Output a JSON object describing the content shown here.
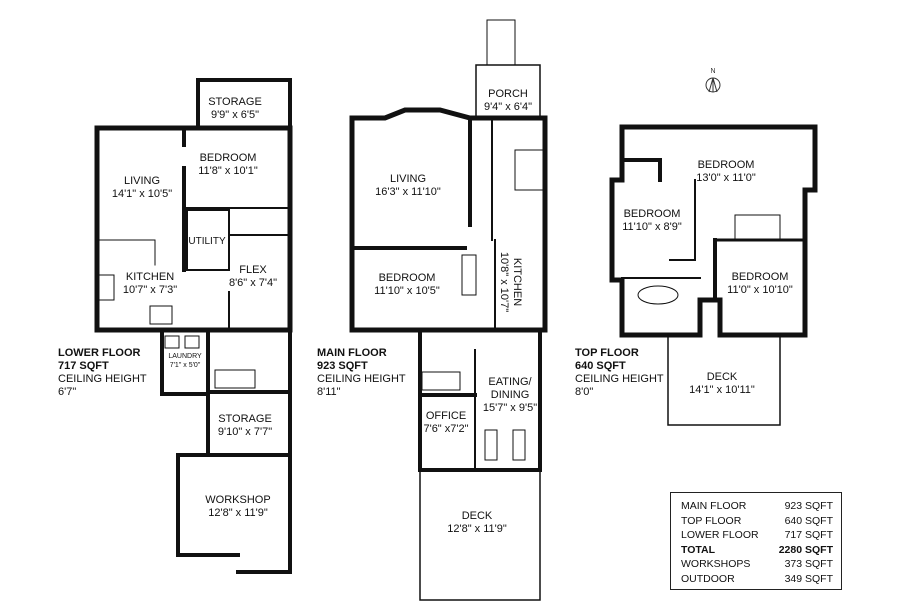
{
  "title": "",
  "lower_floor": {
    "name": "LOWER FLOOR",
    "area": "717 SQFT",
    "ceiling_label": "CEILING HEIGHT",
    "ceiling": "6'7\"",
    "rooms": [
      {
        "name": "STORAGE",
        "dims": "9'9\" x 6'5\""
      },
      {
        "name": "LIVING",
        "dims": "14'1\" x 10'5\""
      },
      {
        "name": "BEDROOM",
        "dims": "11'8\" x 10'1\""
      },
      {
        "name": "UTILITY",
        "dims": ""
      },
      {
        "name": "KITCHEN",
        "dims": "10'7\" x 7'3\""
      },
      {
        "name": "FLEX",
        "dims": "8'6\" x 7'4\""
      },
      {
        "name": "LAUNDRY",
        "dims": "7'1\" x 5'0\""
      },
      {
        "name": "STORAGE",
        "dims": "9'10\" x 7'7\""
      },
      {
        "name": "WORKSHOP",
        "dims": "12'8\" x 11'9\""
      }
    ]
  },
  "main_floor": {
    "name": "MAIN FLOOR",
    "area": "923 SQFT",
    "ceiling_label": "CEILING HEIGHT",
    "ceiling": "8'11\"",
    "rooms": [
      {
        "name": "PORCH",
        "dims": "9'4\" x 6'4\""
      },
      {
        "name": "LIVING",
        "dims": "16'3\" x 11'10\""
      },
      {
        "name": "BEDROOM",
        "dims": "11'10\" x 10'5\""
      },
      {
        "name": "KITCHEN",
        "dims": "10'8\" x 10'7\""
      },
      {
        "name": "EATING/",
        "dims": "DINING"
      },
      {
        "name": "15'7\" x 9'5\"",
        "dims": ""
      },
      {
        "name": "OFFICE",
        "dims": "7'6\" x7'2\""
      },
      {
        "name": "DECK",
        "dims": "12'8\" x 11'9\""
      }
    ]
  },
  "top_floor": {
    "name": "TOP FLOOR",
    "area": "640 SQFT",
    "ceiling_label": "CEILING HEIGHT",
    "ceiling": "8'0\"",
    "rooms": [
      {
        "name": "BEDROOM",
        "dims": "13'0\" x 11'0\""
      },
      {
        "name": "BEDROOM",
        "dims": "11'10\" x 8'9\""
      },
      {
        "name": "BEDROOM",
        "dims": "11'0\" x 10'10\""
      },
      {
        "name": "DECK",
        "dims": "14'1\" x 10'11\""
      }
    ]
  },
  "north_label": "N",
  "summary": [
    {
      "label": "MAIN FLOOR",
      "value": "923 SQFT"
    },
    {
      "label": "TOP FLOOR",
      "value": "640 SQFT"
    },
    {
      "label": "LOWER FLOOR",
      "value": "717 SQFT"
    },
    {
      "label": "TOTAL",
      "value": "2280 SQFT"
    },
    {
      "label": "WORKSHOPS",
      "value": "373 SQFT"
    },
    {
      "label": "OUTDOOR",
      "value": "349 SQFT"
    }
  ]
}
